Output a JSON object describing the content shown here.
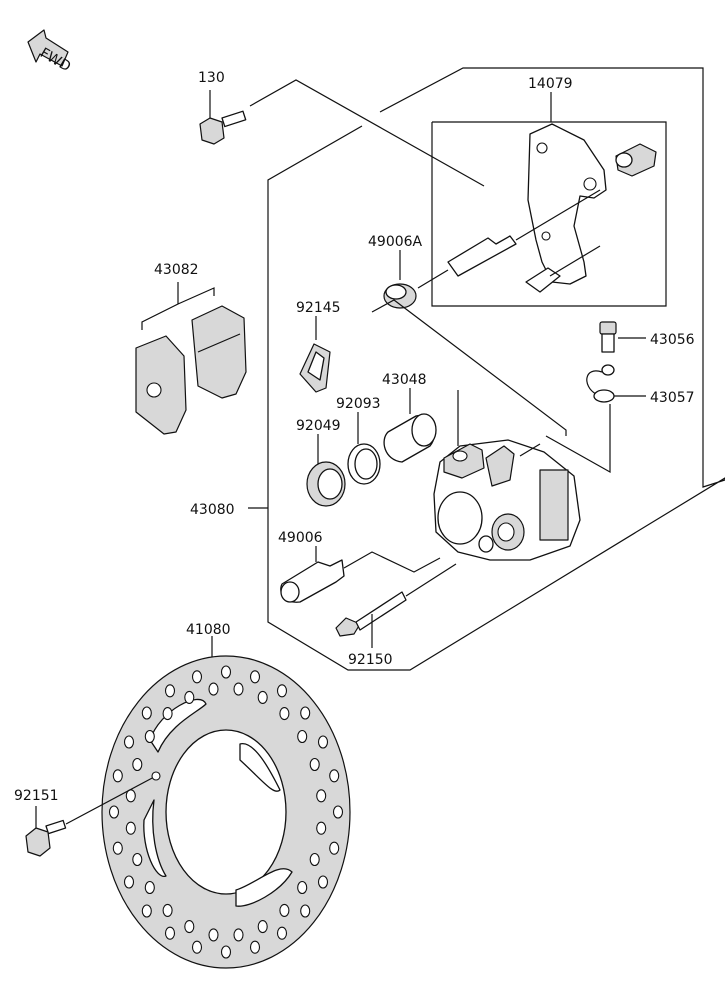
{
  "fwd_label": "FWD",
  "parts": [
    {
      "id": "130",
      "label": "130"
    },
    {
      "id": "14079",
      "label": "14079"
    },
    {
      "id": "49006A",
      "label": "49006A"
    },
    {
      "id": "43082",
      "label": "43082"
    },
    {
      "id": "92145",
      "label": "92145"
    },
    {
      "id": "43056",
      "label": "43056"
    },
    {
      "id": "43048",
      "label": "43048"
    },
    {
      "id": "43057",
      "label": "43057"
    },
    {
      "id": "92093",
      "label": "92093"
    },
    {
      "id": "92049",
      "label": "92049"
    },
    {
      "id": "43080",
      "label": "43080"
    },
    {
      "id": "49006",
      "label": "49006"
    },
    {
      "id": "92150",
      "label": "92150"
    },
    {
      "id": "41080",
      "label": "41080"
    },
    {
      "id": "92151",
      "label": "92151"
    }
  ]
}
